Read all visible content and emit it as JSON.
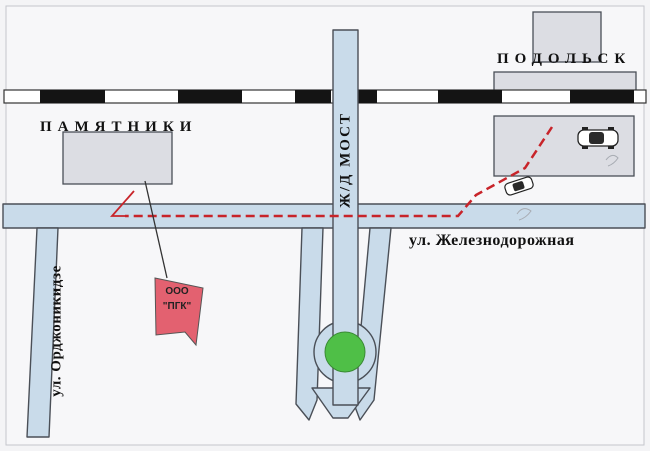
{
  "labels": {
    "city": "ПОДОЛЬСК",
    "monuments": "ПАМЯТНИКИ",
    "bridge": "Ж/Д МОСТ",
    "street_main": "ул. Железнодорожная",
    "street_side": "ул. Орджоникидзе",
    "company_line1": "ООО",
    "company_line2": "\"ПГК\""
  },
  "colors": {
    "road_fill": "#c9dbea",
    "road_stroke": "#4a4f57",
    "building_fill": "#dcdde3",
    "route_red": "#c8242a",
    "pointer_fill": "#e36170",
    "roundabout_green": "#4fbf47",
    "railway_black": "#141414"
  },
  "icons": [
    "car-icon",
    "car-icon",
    "route-arrow-icon",
    "company-pointer"
  ]
}
